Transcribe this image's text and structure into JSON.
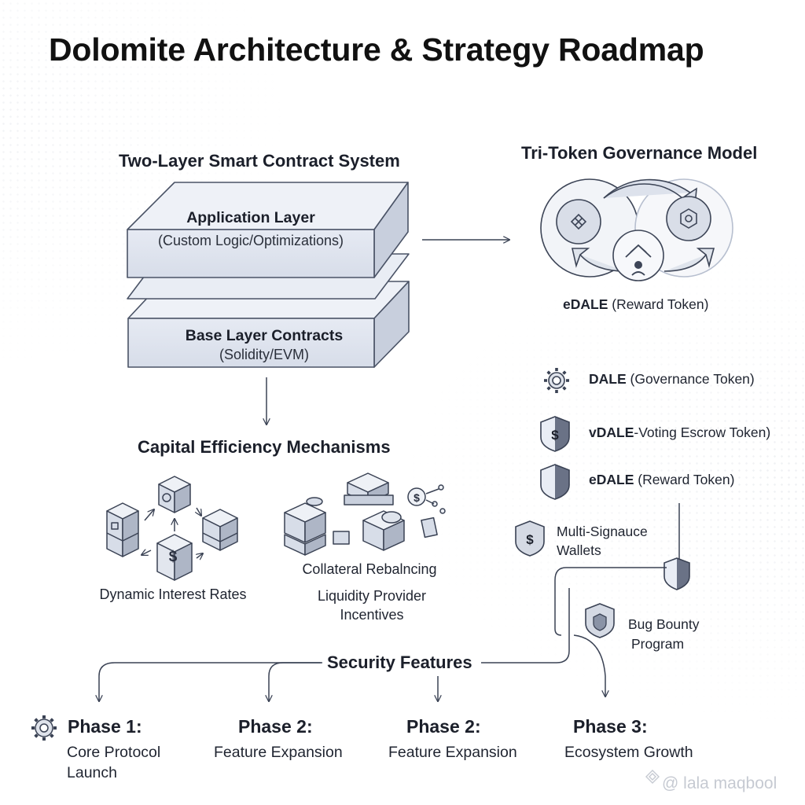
{
  "title": "Dolomite Architecture & Strategy Roadmap",
  "two_layer": {
    "heading": "Two-Layer Smart Contract System",
    "app_layer": {
      "title": "Application Layer",
      "subtitle": "(Custom Logic/Optimizations)"
    },
    "base_layer": {
      "title": "Base Layer Contracts",
      "subtitle": "(Solidity/EVM)"
    }
  },
  "tri_token": {
    "heading": "Tri-Token Governance Model",
    "cycle_caption": {
      "bold": "eDALE",
      "rest": " (Reward Token)"
    }
  },
  "tokens": [
    {
      "icon": "gear-icon",
      "bold": "DALE",
      "rest": " (Governance Token)"
    },
    {
      "icon": "dollar-shield-icon",
      "bold": "vDALE",
      "rest": "-Voting Escrow Token)"
    },
    {
      "icon": "half-shield-icon",
      "bold": "eDALE",
      "rest": " (Reward Token)"
    }
  ],
  "multisig": {
    "line1": "Multi-Signauce",
    "line2": "Wallets"
  },
  "bug_bounty": {
    "line1": "Bug Bounty",
    "line2": "Program"
  },
  "capital": {
    "heading": "Capital Efficiency Mechanisms",
    "dynamic_label": "Dynamic Interest Rates",
    "collateral_label": "Collateral Rebalncing",
    "liquidity_line1": "Liquidity Provider",
    "liquidity_line2": "Incentives"
  },
  "security_heading": "Security Features",
  "phases": [
    {
      "title": "Phase 1:",
      "line1": "Core Protocol",
      "line2": "Launch"
    },
    {
      "title": "Phase 2:",
      "line1": "Feature Expansion",
      "line2": ""
    },
    {
      "title": "Phase 2:",
      "line1": "Feature Expansion",
      "line2": ""
    },
    {
      "title": "Phase 3:",
      "line1": "Ecosystem Growth",
      "line2": ""
    }
  ],
  "watermark": "@ lala maqbool",
  "colors": {
    "ink": "#1b1f2a",
    "line": "#3a4254",
    "box_fill": "#dfe4ef",
    "box_side": "#c9d0de"
  }
}
